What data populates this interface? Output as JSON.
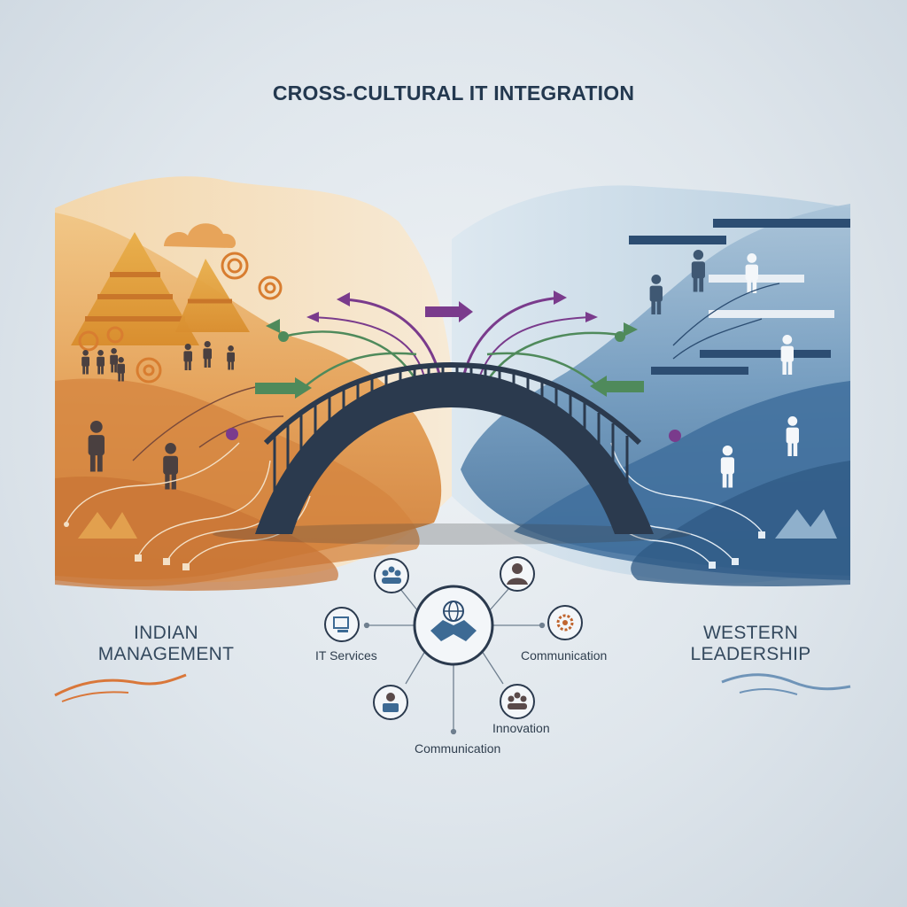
{
  "title": "CROSS-CULTURAL IT INTEGRATION",
  "left_label": {
    "line1": "INDIAN",
    "line2": "MANAGEMENT"
  },
  "right_label": {
    "line1": "WESTERN",
    "line2": "LEADERSHIP"
  },
  "hub": {
    "center_icon": "handshake-globe-icon",
    "nodes": [
      {
        "label": "IT Services",
        "icon": "it-services-icon"
      },
      {
        "label": "Communication",
        "icon": "gear-icon"
      },
      {
        "label": "Innovation",
        "icon": "team-icon"
      },
      {
        "label": "Communication",
        "icon": "person-icon"
      }
    ],
    "label_it_services": "IT Services",
    "label_communication_right": "Communication",
    "label_innovation": "Innovation",
    "label_communication_bottom": "Communication"
  },
  "colors": {
    "indian_orange": "#d98b3c",
    "western_blue": "#3f6f9c",
    "bridge": "#2b3a4e",
    "arrow_purple": "#7a3b8c",
    "arrow_green": "#4f8a5b"
  }
}
